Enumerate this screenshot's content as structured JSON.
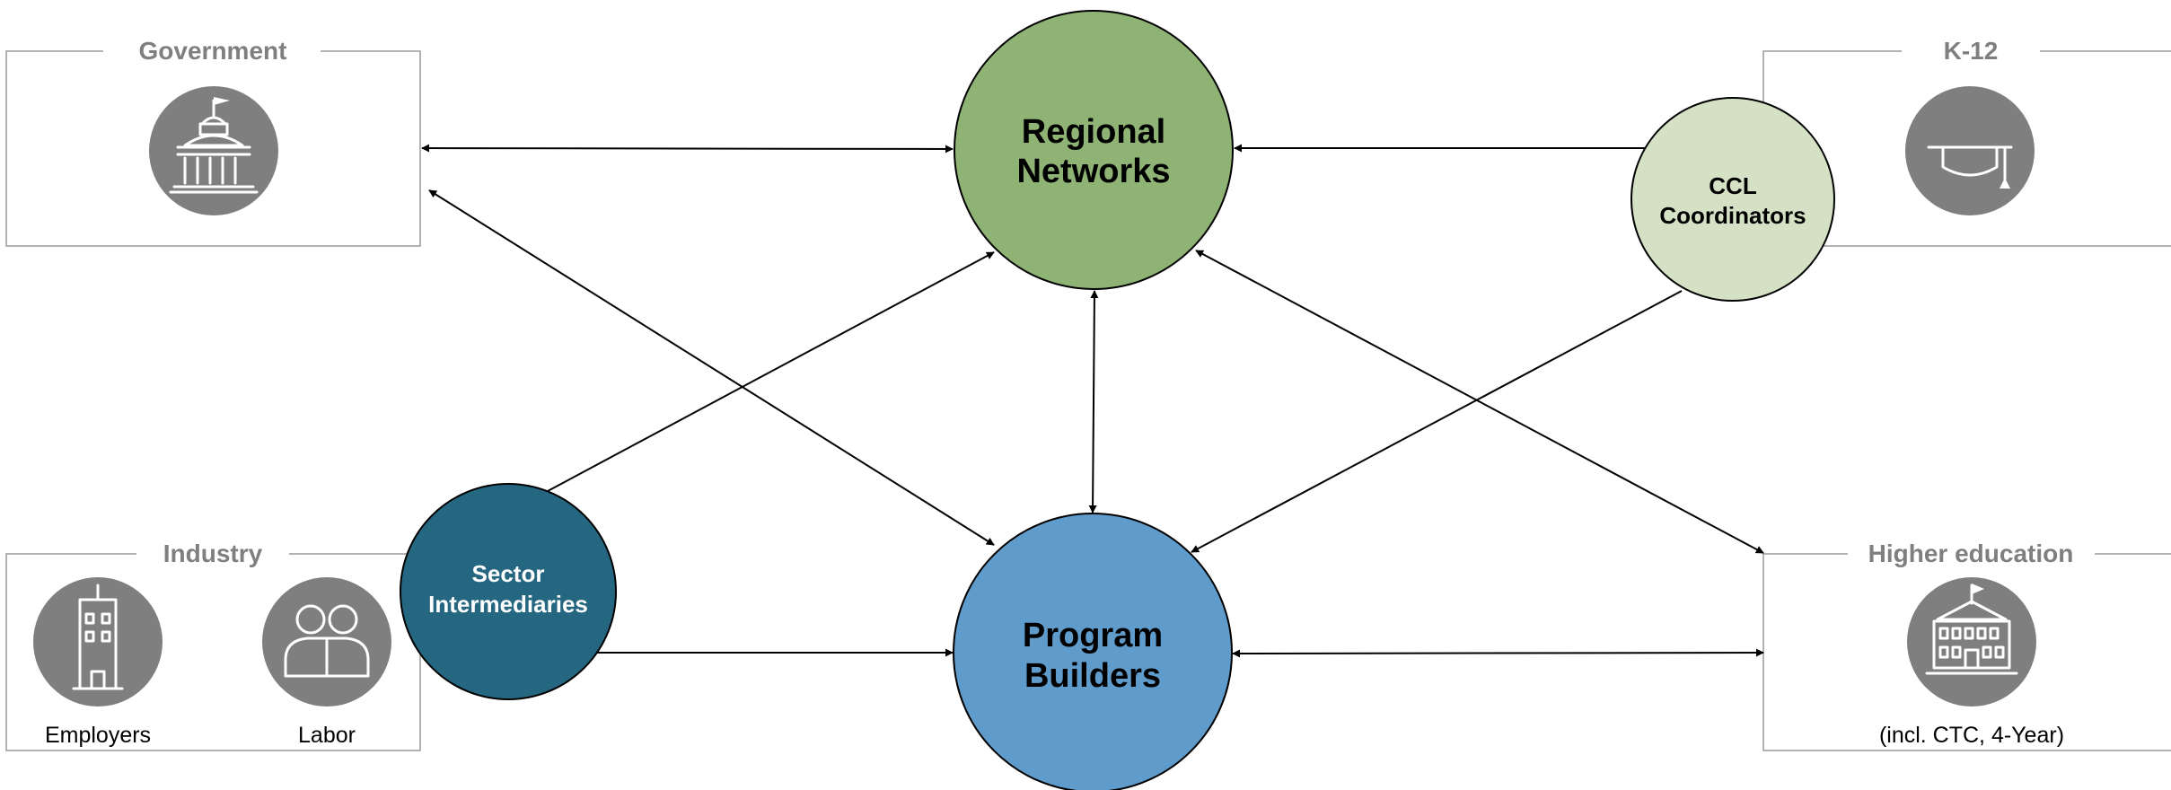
{
  "groups": {
    "government": {
      "title": "Government"
    },
    "k12": {
      "title": "K-12"
    },
    "industry": {
      "title": "Industry",
      "employers": "Employers",
      "labor": "Labor"
    },
    "higher_education": {
      "title": "Higher education",
      "note": "(incl. CTC, 4-Year)"
    }
  },
  "nodes": {
    "regional_networks": {
      "line1": "Regional",
      "line2": "Networks",
      "color": "#8fb374"
    },
    "program_builders": {
      "line1": "Program",
      "line2": "Builders",
      "color": "#5f9bcb"
    },
    "ccl_coordinators": {
      "line1": "CCL",
      "line2": "Coordinators",
      "color": "#d4e1c5"
    },
    "sector_intermediaries": {
      "line1": "Sector",
      "line2": "Intermediaries",
      "color": "#256680"
    }
  },
  "icons": {
    "government": "capitol-building-icon",
    "k12": "graduation-cap-icon",
    "employers": "office-building-icon",
    "labor": "people-icon",
    "higher_education": "school-building-icon"
  }
}
